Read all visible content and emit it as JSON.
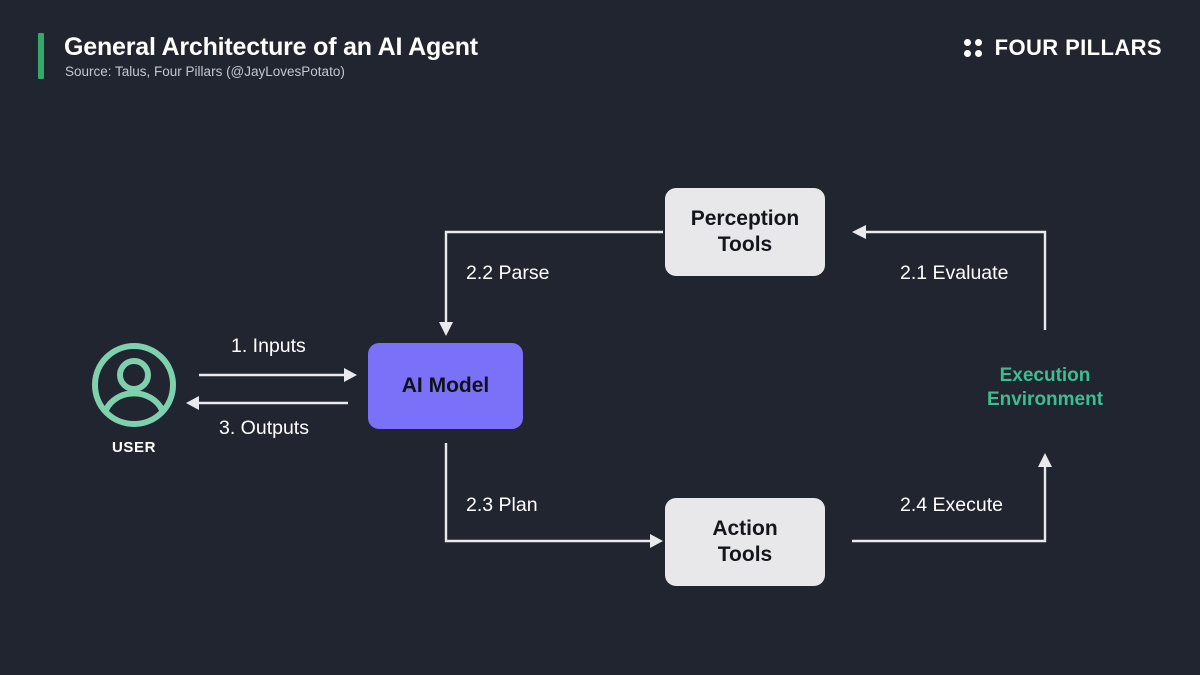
{
  "header": {
    "title": "General Architecture of an AI Agent",
    "source": "Source: Talus, Four Pillars (@JayLovesPotato)",
    "brand_name": "FOUR PILLARS",
    "brand_icon": "four-dots-icon",
    "accent_color": "#34a96c"
  },
  "diagram": {
    "type": "flow-diagram",
    "background_color": "#212530",
    "nodes": [
      {
        "id": "user",
        "label": "USER",
        "icon": "user-avatar-icon",
        "icon_color": "#7fd0ad",
        "shape": "circle-icon"
      },
      {
        "id": "ai-model",
        "label": "AI Model",
        "shape": "rounded-rect",
        "fill": "#7b71f8",
        "text_color": "#10121a"
      },
      {
        "id": "perception-tools",
        "label_line1": "Perception",
        "label_line2": "Tools",
        "shape": "rounded-rect",
        "fill": "#e8e8ea",
        "text_color": "#14161c"
      },
      {
        "id": "action-tools",
        "label_line1": "Action",
        "label_line2": "Tools",
        "shape": "rounded-rect",
        "fill": "#e8e8ea",
        "text_color": "#14161c"
      },
      {
        "id": "execution-environment",
        "label_line1": "Execution",
        "label_line2": "Environment",
        "shape": "text-label",
        "text_color": "#3dbd92"
      }
    ],
    "edges": [
      {
        "id": "inputs",
        "label": "1. Inputs",
        "from": "user",
        "to": "ai-model",
        "direction": "right"
      },
      {
        "id": "outputs",
        "label": "3. Outputs",
        "from": "ai-model",
        "to": "user",
        "direction": "left"
      },
      {
        "id": "parse",
        "label": "2.2 Parse",
        "from": "perception-tools",
        "to": "ai-model",
        "direction": "left-then-down"
      },
      {
        "id": "evaluate",
        "label": "2.1 Evaluate",
        "from": "execution-environment",
        "to": "perception-tools",
        "direction": "up-then-left"
      },
      {
        "id": "plan",
        "label": "2.3 Plan",
        "from": "ai-model",
        "to": "action-tools",
        "direction": "down-then-right"
      },
      {
        "id": "execute",
        "label": "2.4 Execute",
        "from": "action-tools",
        "to": "execution-environment",
        "direction": "right-then-up"
      }
    ]
  }
}
